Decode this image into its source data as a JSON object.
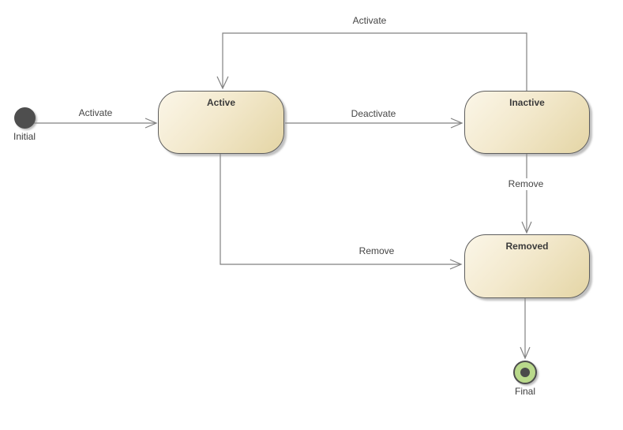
{
  "diagram_type": "uml-state-machine",
  "colors": {
    "background": "#ffffff",
    "state_fill_light": "#fbf6e8",
    "state_fill_dark": "#e4d5a5",
    "state_border": "#5e5e5e",
    "connector_line": "#818181",
    "initial_node_fill": "#4e4e4e",
    "final_node_fill": "#b9d98b",
    "final_node_dot": "#4a4a4a",
    "state_title_text": "#3b3b3b",
    "label_text": "#454545"
  },
  "nodes": {
    "initial": {
      "type": "initial-pseudostate",
      "label": "Initial"
    },
    "active": {
      "type": "state",
      "label": "Active"
    },
    "inactive": {
      "type": "state",
      "label": "Inactive"
    },
    "removed": {
      "type": "state",
      "label": "Removed"
    },
    "final": {
      "type": "final-state",
      "label": "Final"
    }
  },
  "transitions": {
    "initial_to_active": {
      "from": "Initial",
      "to": "Active",
      "label": "Activate"
    },
    "active_to_inactive": {
      "from": "Active",
      "to": "Inactive",
      "label": "Deactivate"
    },
    "inactive_to_active": {
      "from": "Inactive",
      "to": "Active",
      "label": "Activate"
    },
    "inactive_to_removed": {
      "from": "Inactive",
      "to": "Removed",
      "label": "Remove"
    },
    "active_to_removed": {
      "from": "Active",
      "to": "Removed",
      "label": "Remove"
    },
    "removed_to_final": {
      "from": "Removed",
      "to": "Final",
      "label": ""
    }
  }
}
